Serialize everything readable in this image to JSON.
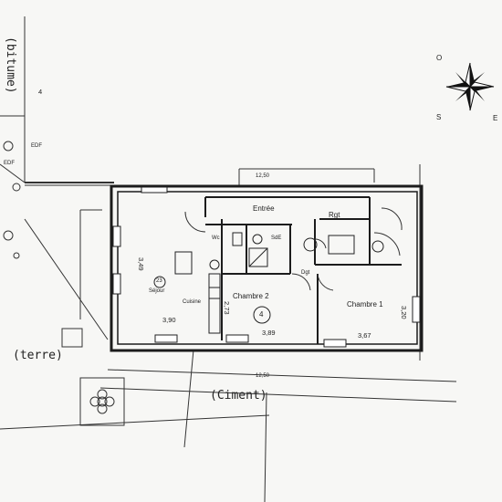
{
  "surfaces": {
    "bitume": "(bitume)",
    "terre": "(terre)",
    "ciment": "(Ciment)"
  },
  "rooms": {
    "entree": "Entrée",
    "rgt": "Rgt",
    "wc": "Wc",
    "sde": "SdE",
    "dgt": "Dgt",
    "chambre1": "Chambre 1",
    "chambre2": "Chambre 2",
    "cuisine": "Cuisine",
    "sejour": "Séjour"
  },
  "marks": {
    "edf": "EDF",
    "edf2": "EDF",
    "plan_number": "4",
    "lot": "4",
    "compass_o": "O",
    "compass_s": "S",
    "compass_e": "E"
  },
  "dimensions": {
    "top_wall": "12,50",
    "bottom_wall": "12,50",
    "sejour_depth": "3,49",
    "sejour_width": "3,90",
    "chambre2_width": "3,89",
    "chambre1_width": "3,67",
    "chambre1_depth": "3,20",
    "cuisine_depth": "2,73"
  },
  "room_areas": {
    "sejour_area": "23"
  }
}
